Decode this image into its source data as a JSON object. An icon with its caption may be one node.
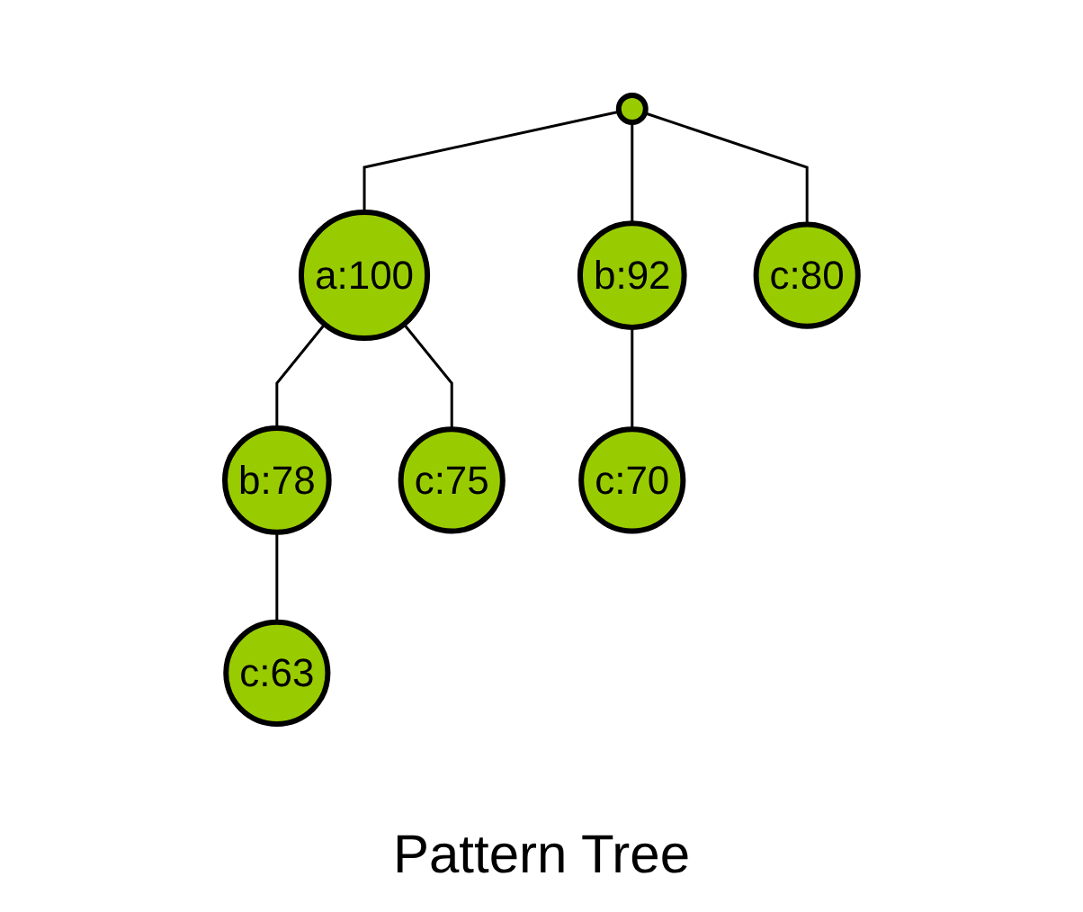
{
  "diagram": {
    "caption": "Pattern Tree",
    "nodes": [
      {
        "text": [],
        "shape": "circle"
      },
      {
        "text": [
          "a:100"
        ]
      },
      {
        "text": [
          "b:92"
        ]
      },
      {
        "text": [
          "c:80"
        ]
      },
      {
        "text": [
          "b:78"
        ]
      },
      {
        "text": [
          "c:75"
        ]
      },
      {
        "text": [
          "c:70"
        ]
      },
      {
        "text": [
          "c:63"
        ]
      }
    ],
    "edges": [
      {
        "from": 0,
        "to": 1,
        "arrow": "none"
      },
      {
        "from": 0,
        "to": 2,
        "arrow": "none"
      },
      {
        "from": 0,
        "to": 3,
        "arrow": "none"
      },
      {
        "from": 1,
        "to": 4,
        "arrow": "none"
      },
      {
        "from": 1,
        "to": 5,
        "arrow": "none"
      },
      {
        "from": 2,
        "to": 6,
        "arrow": "none"
      },
      {
        "from": 4,
        "to": 7,
        "arrow": "none"
      }
    ]
  }
}
